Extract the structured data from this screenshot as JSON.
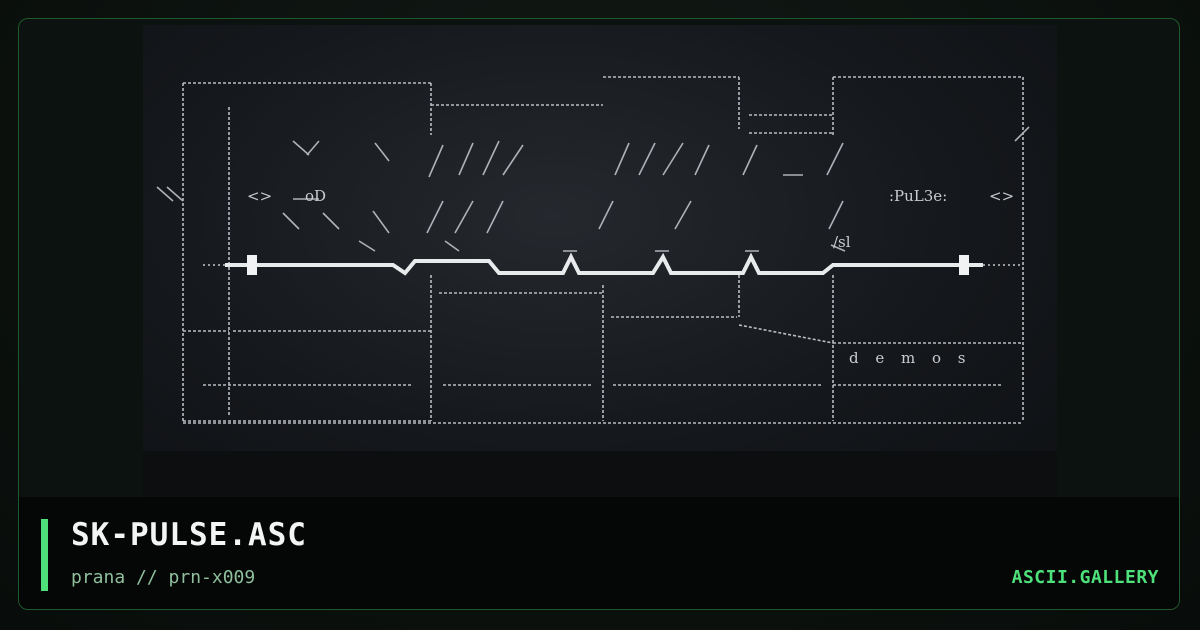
{
  "artwork": {
    "inline_labels": {
      "logo_text": "oD",
      "pulse_text": ":PuL3e:",
      "demos_text": "d e m o s",
      "left_arrows": "<>",
      "right_arrows": "<>",
      "sl_text": "/sl"
    }
  },
  "footer": {
    "title": "SK-PULSE.ASC",
    "byline": "prana // prn-x009",
    "brand": "ASCII.GALLERY"
  },
  "colors": {
    "accent": "#4ee07a",
    "border": "#1f5a2c",
    "ascii_ink": "#c9ccd0",
    "footer_bg": "#050706"
  }
}
